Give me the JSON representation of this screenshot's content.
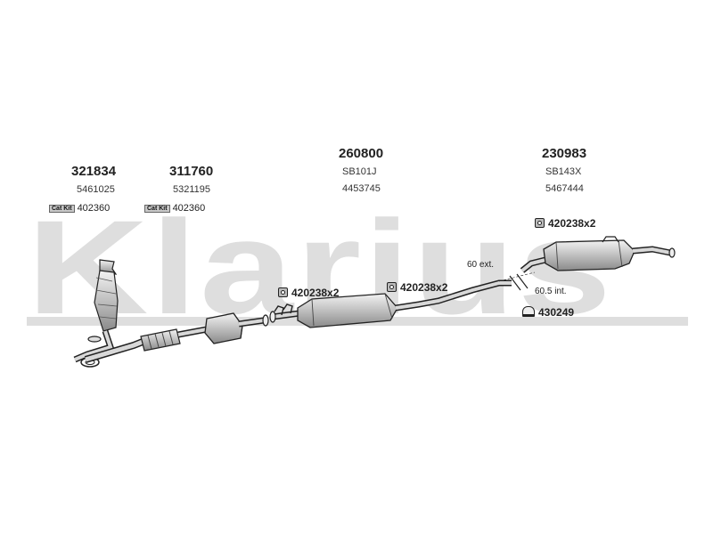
{
  "watermark": "Klarius",
  "colors": {
    "watermark": "#dedede",
    "part_fill": "#c4c4c4",
    "outline": "#222222"
  },
  "parts": [
    {
      "number": "321834",
      "ref": "5461025",
      "cat_kit_badge": "Cat Kit",
      "cat_kit": "402360"
    },
    {
      "number": "311760",
      "ref": "5321195",
      "cat_kit_badge": "Cat Kit",
      "cat_kit": "402360"
    },
    {
      "number": "260800",
      "ref1": "SB101J",
      "ref2": "4453745"
    },
    {
      "number": "230983",
      "ref1": "SB143X",
      "ref2": "5467444"
    }
  ],
  "accessories": [
    {
      "label": "420238x2",
      "icon": "clamp-icon"
    },
    {
      "label": "420238x2",
      "icon": "clamp-icon"
    },
    {
      "label": "420238x2",
      "icon": "clamp-icon"
    },
    {
      "label": "430249",
      "icon": "rubber-mount-icon"
    }
  ],
  "notes": {
    "ext": "60 ext.",
    "int": "60.5 int."
  }
}
